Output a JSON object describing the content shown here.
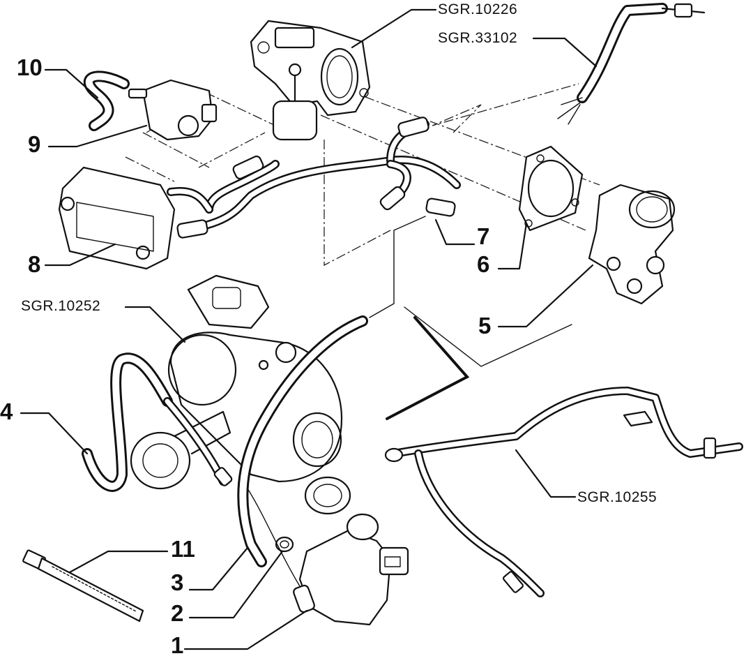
{
  "parts": {
    "p1": "1",
    "p2": "2",
    "p3": "3",
    "p4": "4",
    "p5": "5",
    "p6": "6",
    "p7": "7",
    "p8": "8",
    "p9": "9",
    "p10": "10",
    "p11": "11"
  },
  "references": {
    "sgr10226": "SGR.10226",
    "sgr33102": "SGR.33102",
    "sgr10252": "SGR.10252",
    "sgr10255": "SGR.10255"
  },
  "colors": {
    "ink": "#111111",
    "background": "#ffffff"
  }
}
